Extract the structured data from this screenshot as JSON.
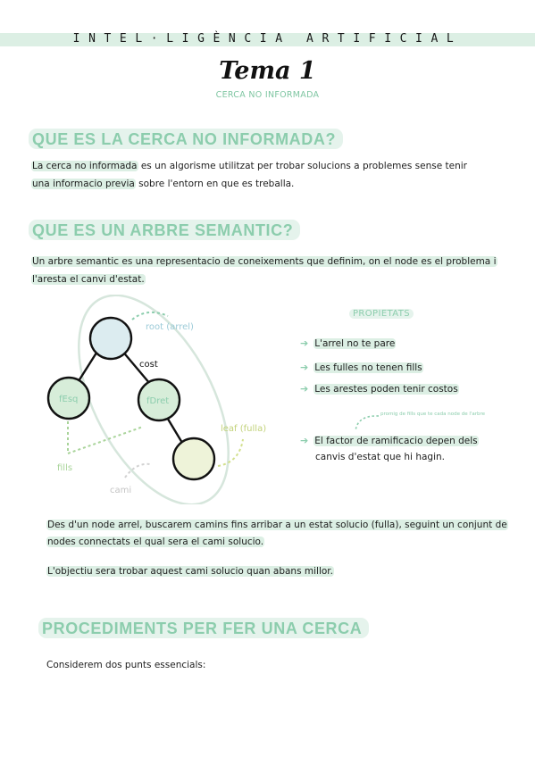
{
  "header": {
    "subject": "INTEL·LIGÈNCIA  ARTIFICIAL",
    "title": "Tema 1",
    "subtitle": "CERCA NO INFORMADA"
  },
  "sections": [
    {
      "heading": "QUE ES LA CERCA NO INFORMADA?",
      "paragraph": {
        "line1_pre": "",
        "line1_hl": "La cerca no informada",
        "line1_post": " es un algorisme utilitzat per trobar solucions a problemes sense tenir",
        "line2_hl": "una informacio previa",
        "line2_post": " sobre l'entorn en que es treballa."
      }
    },
    {
      "heading": "QUE ES UN ARBRE SEMANTIC?",
      "paragraph": {
        "line1": "Un arbre semantic es una representacio de coneixements que definim, on el node es el problema i",
        "line2": "l'aresta el canvi d'estat."
      }
    },
    {
      "heading": "PROCEDIMENTS PER FER UNA CERCA",
      "paragraph": "Considerem dos punts essencials:"
    }
  ],
  "diagram": {
    "labels": {
      "root": "root (arrel)",
      "cost": "cost",
      "left": "fEsq",
      "right": "fDret",
      "leaf": "leaf (fulla)",
      "fills": "fills",
      "cami": "cami"
    },
    "colors": {
      "root_fill": "#dcecf0",
      "child_fill": "#d7edd9",
      "leaf_fill": "#eef3d9",
      "green": "#8ccdad",
      "blue": "#9ccbd8",
      "yellowgreen": "#d3e08f",
      "gray": "#c8c8c8"
    }
  },
  "properties": {
    "title": "PROPIETATS",
    "items": [
      "L'arrel no te pare",
      "Les fulles no tenen fills",
      "Les arestes poden tenir costos"
    ],
    "note": "promig de fills que te cada node de l'arbre",
    "extra_line1": "El factor de ramificacio depen dels",
    "extra_line2": "canvis d'estat que hi hagin."
  },
  "search_text": {
    "line1": "Des d'un node arrel, buscarem camins fins arribar a un estat solucio (fulla), seguint un conjunt de",
    "line2": "nodes connectats el qual sera el cami solucio.",
    "line3": "L'objectiu sera trobar aquest cami solucio quan abans millor."
  }
}
